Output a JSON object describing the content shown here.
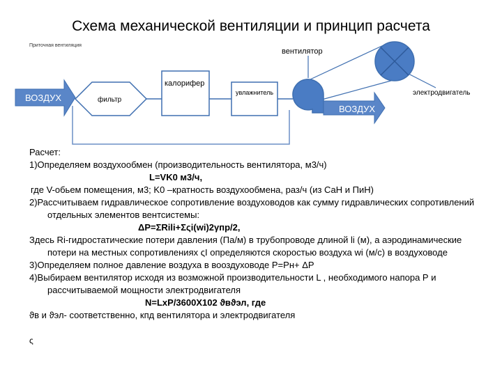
{
  "title": "Схема механической вентиляции и принцип расчета",
  "subtitle": "Приточная вентиляция",
  "diagram": {
    "air_in": "ВОЗДУХ",
    "filter": "фильтр",
    "heater": "калорифер",
    "humidifier": "увлажнитель",
    "fan": "вентилятор",
    "air_out": "ВОЗДУХ",
    "motor": "электродвигатель"
  },
  "calc": {
    "heading": "Расчет:",
    "step1": "1)Определяем воздухообмен (производительность вентилятора, м3/ч)",
    "formula1": "L=VK0 м3/ч,",
    "where1": "где V-обьем помещения, м3; K0 –кратность воздухообмена, раз/ч (из СаН и ПиН)",
    "step2": "2)Рассчитываем гидравлическое сопротивление воздуховодов как сумму гидравлических сопротивлений отдельных элементов вентсистемы:",
    "formula2": "ΔP=ΣRili+Σςi(wi)2γпр/2,",
    "where2": "Здесь Ri-гидростатические потери давления (Па/м) в трубопроводе длиной li (м), а аэродинамические потери на местных сопротивлениях ςI определяются скоростью воздуха wi (м/с) в воздуховоде",
    "step3": "3)Определяем полное давление воздуха в вооздуховоде Р=Рн+ ΔР",
    "step4": "4)Выбираем вентилятор исходя из возможной производительности L , необходимого напора Р и рассчитываемой мощности электродвигателя",
    "formula3": "N=LxP/3600X102 ϑвϑэл, где",
    "where3": "ϑв и ϑэл- соответственно, кпд вентилятора и электродвигателя",
    "footnote": "ς"
  },
  "colors": {
    "box_fill": "#ffffff",
    "box_stroke": "#3f6fb0",
    "arrow_fill": "#5a86c8",
    "fan_fill": "#4a7cc4",
    "line": "#3f6fb0"
  }
}
